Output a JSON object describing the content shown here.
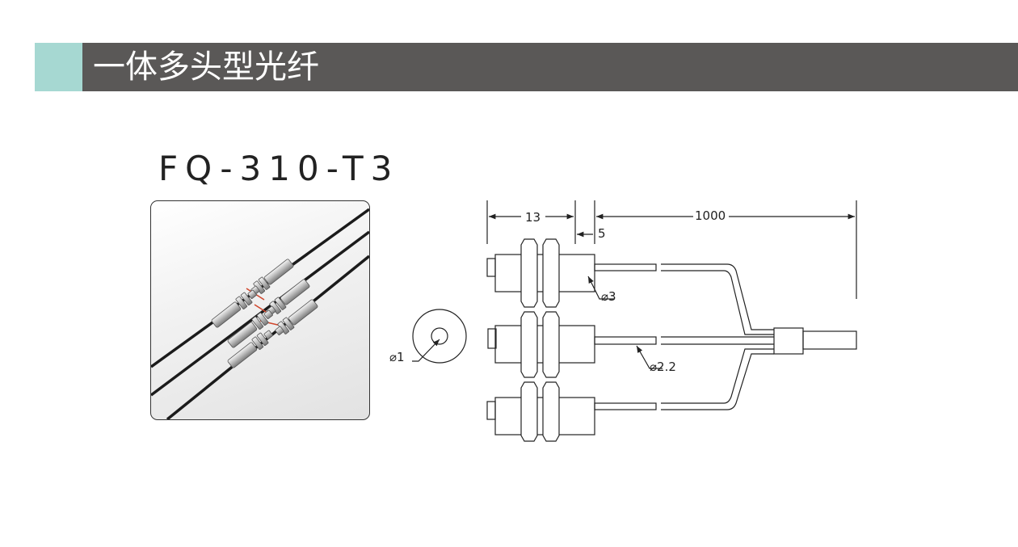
{
  "header": {
    "title": "一体多头型光纤"
  },
  "product": {
    "model": "FQ-310-T3"
  },
  "drawing": {
    "dim_head_length": "13",
    "dim_thread_extension": "5",
    "dim_cable_length": "1000",
    "dim_cable_diameter_head": "⌀3",
    "dim_cable_diameter_mid": "⌀2.2",
    "dim_core_diameter": "⌀1"
  },
  "colors": {
    "banner": "#5a5857",
    "accent": "#a6d8d2"
  }
}
